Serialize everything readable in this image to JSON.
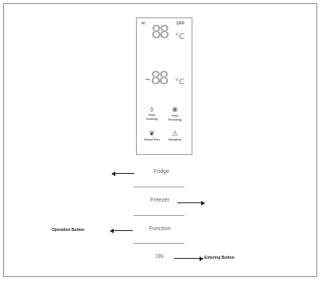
{
  "display": {
    "icon_top_left": "≪",
    "off_label": "OFF",
    "fridge_digits": "88",
    "freezer_digits": "-88",
    "unit": "°C"
  },
  "functions": [
    {
      "icon": "snowflake-drop-icon",
      "glyph": "◊",
      "label": "Fast Cooling"
    },
    {
      "icon": "fast-freeze-icon",
      "glyph": "❀",
      "label": "Fast Freezing"
    },
    {
      "icon": "leaf-icon",
      "glyph": "❦",
      "label": "Smart Eco"
    },
    {
      "icon": "vacation-icon",
      "glyph": "⚠",
      "label": "Vacation"
    }
  ],
  "buttons": {
    "fridge": "Fridge",
    "freezer": "Freezer",
    "function": "Function",
    "ok": "OK"
  },
  "callouts": {
    "operation": "Operation Button",
    "entering": "Entering Button"
  }
}
